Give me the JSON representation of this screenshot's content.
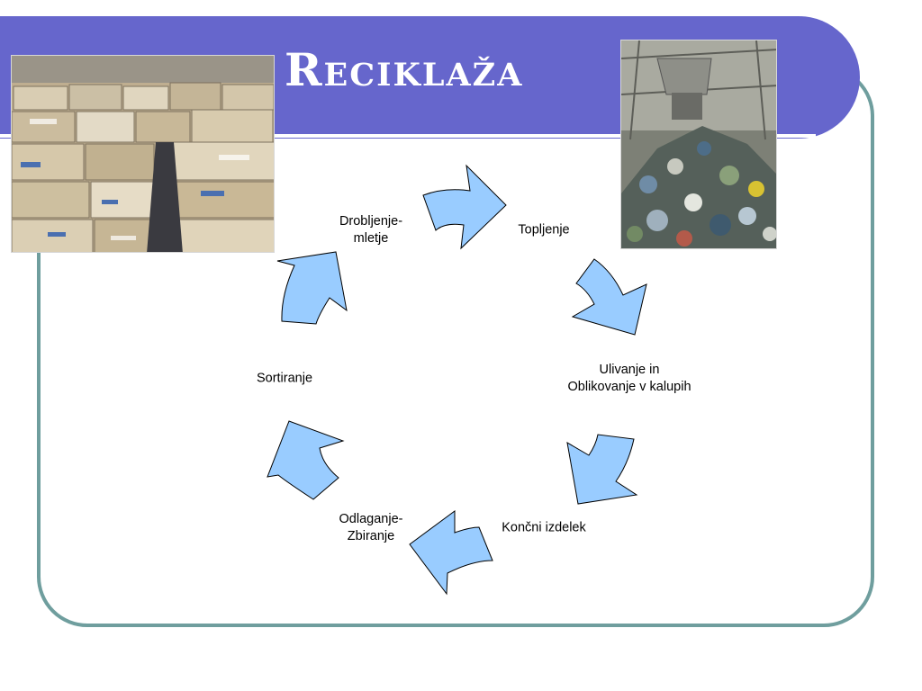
{
  "slide": {
    "title": "Reciklaža"
  },
  "photos": [
    {
      "name": "cardboard-bales-photo"
    },
    {
      "name": "waste-pile-photo"
    }
  ],
  "cycle": {
    "steps": [
      {
        "label": "Drobljenje-\nmletje"
      },
      {
        "label": "Topljenje"
      },
      {
        "label": "Ulivanje in\nOblikovanje v kalupih"
      },
      {
        "label": "Končni izdelek"
      },
      {
        "label": "Odlaganje-\nZbiranje"
      },
      {
        "label": "Sortiranje"
      }
    ]
  },
  "colors": {
    "title_band": "#6666cc",
    "frame_border": "#6f9e9e",
    "arrow_fill": "#99ccff",
    "title_text": "#ffffff"
  }
}
